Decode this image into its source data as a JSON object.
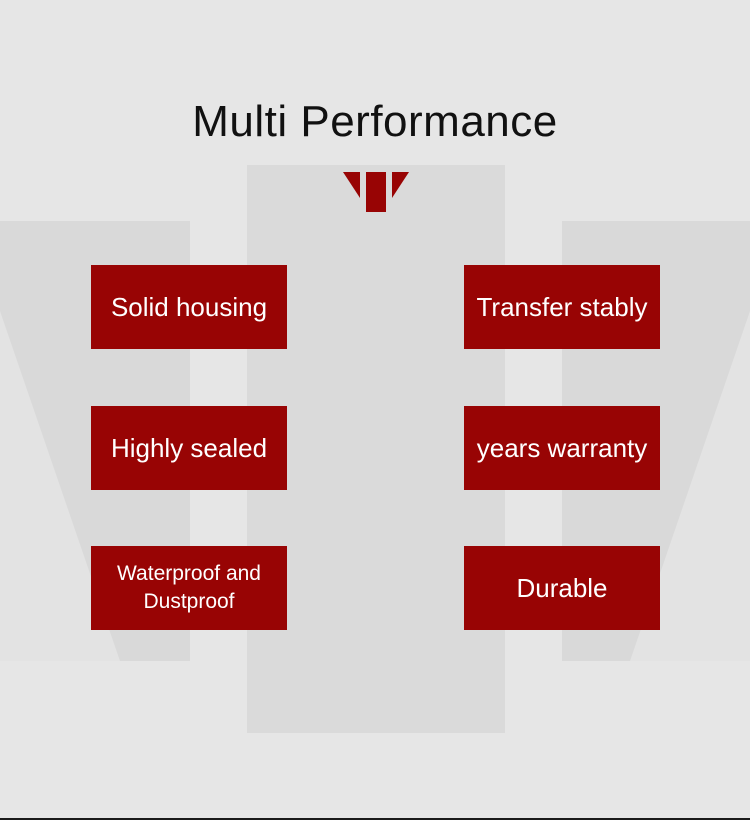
{
  "title": "Multi Performance",
  "colors": {
    "accent": "#980404",
    "background": "#e6e6e6",
    "panel": "#d9d9d9",
    "title_text": "#111111",
    "card_text": "#ffffff"
  },
  "emblem": {
    "icon": "red-chevron-emblem-icon"
  },
  "features": {
    "left": [
      {
        "label": "Solid housing"
      },
      {
        "label": "Highly sealed"
      },
      {
        "label": "Waterproof and Dustproof"
      }
    ],
    "right": [
      {
        "label": "Transfer stably"
      },
      {
        "label": "years warranty"
      },
      {
        "label": "Durable"
      }
    ]
  }
}
